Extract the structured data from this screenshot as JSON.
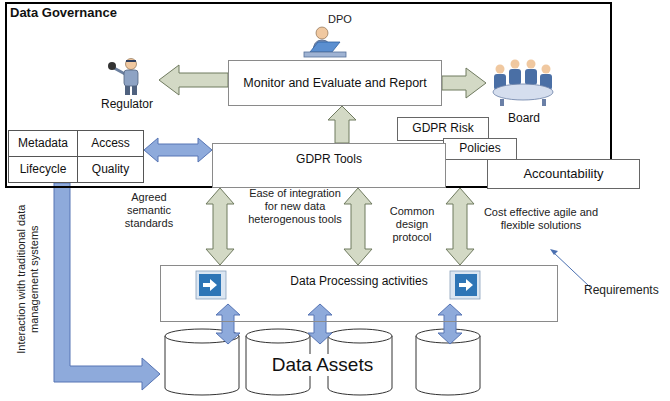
{
  "diagram": {
    "nodes": [
      {
        "text": [
          "Data Governance"
        ]
      },
      {
        "text": [
          "Regulator"
        ],
        "in": 0
      },
      {
        "text": [
          "Monitor and Evaluate and Report"
        ],
        "in": 0
      },
      {
        "text": [
          "Board"
        ],
        "in": 0
      },
      {
        "text": [
          "Metadata"
        ],
        "in": 0
      },
      {
        "text": [
          "Access"
        ],
        "in": 0
      },
      {
        "text": [
          "Lifecycle"
        ],
        "in": 0
      },
      {
        "text": [
          "Quality"
        ],
        "in": 0
      },
      {
        "text": [
          "GDPR Risk"
        ],
        "in": 0
      },
      {
        "text": [
          "Policies"
        ],
        "in": 0
      },
      {
        "text": [
          "Accountability"
        ]
      },
      {
        "text": [
          "GDPR Tools"
        ],
        "in": 0
      },
      {
        "text": [
          "Data Processing activities"
        ]
      },
      {
        "text": [
          "Data Assets"
        ]
      }
    ],
    "edges": [
      {
        "from": 2,
        "to": 1,
        "arrow": "to"
      },
      {
        "from": 2,
        "to": 3,
        "arrow": "to"
      },
      {
        "from": 11,
        "to": 2,
        "arrow": "to"
      },
      {
        "from": 7,
        "to": 11,
        "arrow": "both"
      },
      {
        "from": 11,
        "to": 12,
        "arrow": "both"
      },
      {
        "from": 11,
        "to": 12,
        "arrow": "both"
      },
      {
        "from": 11,
        "to": 12,
        "arrow": "both"
      },
      {
        "from": 12,
        "to": 13,
        "arrow": "both"
      },
      {
        "from": 12,
        "to": 13,
        "arrow": "both"
      },
      {
        "from": 12,
        "to": 13,
        "arrow": "both"
      },
      {
        "from": 6,
        "to": 13,
        "arrow": "to"
      }
    ],
    "labels": [
      "DPO",
      "Agreed semantic standards",
      "Ease of integration for new data heterogenous tools",
      "Common design protocol",
      "Cost effective agile and flexible solutions",
      "Requirements",
      "Interaction with traditional data management systems"
    ]
  }
}
